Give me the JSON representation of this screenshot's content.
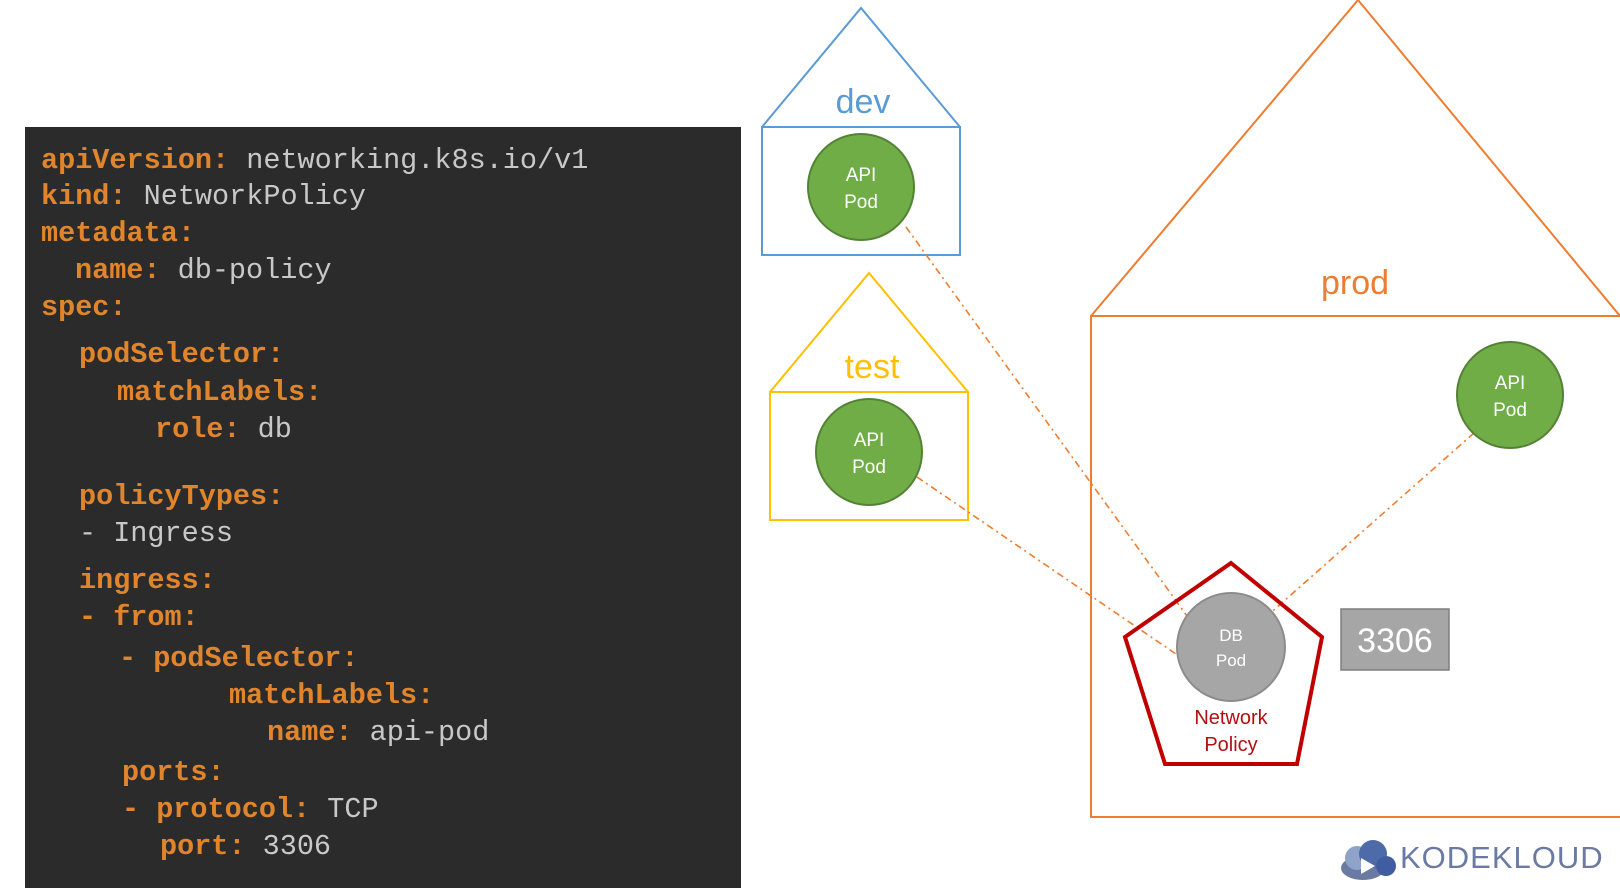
{
  "yaml": [
    {
      "indent": 0,
      "key": "apiVersion:",
      "value": " networking.k8s.io/v1"
    },
    {
      "indent": 0,
      "key": "kind:",
      "value": " NetworkPolicy"
    },
    {
      "indent": 0,
      "key": "metadata:",
      "value": ""
    },
    {
      "indent": 1,
      "key": "name:",
      "value": " db-policy"
    },
    {
      "indent": 0,
      "key": "spec:",
      "value": ""
    },
    {
      "indent": 1,
      "key": "podSelector:",
      "value": ""
    },
    {
      "indent": 2,
      "key": "matchLabels:",
      "value": ""
    },
    {
      "indent": 3,
      "key": "role:",
      "value": " db"
    },
    {
      "indent": 1,
      "key": "policyTypes:",
      "value": ""
    },
    {
      "indent": 1,
      "key": "",
      "value": "- Ingress"
    },
    {
      "indent": 1,
      "key": "ingress:",
      "value": ""
    },
    {
      "indent": 1,
      "key": "- from:",
      "value": ""
    },
    {
      "indent": 2,
      "key": "- podSelector:",
      "value": ""
    },
    {
      "indent": 5,
      "key": "matchLabels:",
      "value": ""
    },
    {
      "indent": 6,
      "key": "name:",
      "value": " api-pod"
    },
    {
      "indent": 2,
      "key": "ports:",
      "value": ""
    },
    {
      "indent": 2,
      "key": "- protocol:",
      "value": " TCP"
    },
    {
      "indent": 3,
      "key": "port:",
      "value": " 3306"
    }
  ],
  "namespaces": {
    "dev": {
      "label": "dev",
      "color": "#5b9bd5"
    },
    "test": {
      "label": "test",
      "color": "#ffc000"
    },
    "prod": {
      "label": "prod",
      "color": "#ed7d31"
    }
  },
  "pods": {
    "api_line1": "API",
    "api_line2": "Pod",
    "db_line1": "DB",
    "db_line2": "Pod",
    "api_color": "#70ad47",
    "db_color": "#a6a6a6"
  },
  "network_policy": {
    "line1": "Network",
    "line2": "Policy",
    "color": "#c00000"
  },
  "port_box": {
    "label": "3306",
    "color": "#a6a6a6"
  },
  "logo": {
    "text": "KODEKLOUD"
  }
}
